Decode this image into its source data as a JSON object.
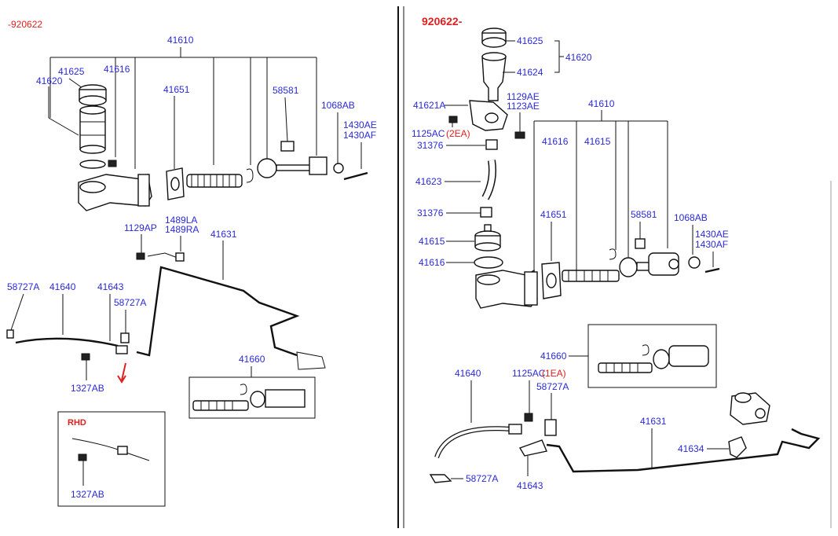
{
  "left_panel": {
    "date_code": "-920622",
    "labels": {
      "l41610": "41610",
      "l41625": "41625",
      "l41616": "41616",
      "l41620": "41620",
      "l41651": "41651",
      "l58581": "58581",
      "l1068AB": "1068AB",
      "l1430AE": "1430AE",
      "l1430AF": "1430AF",
      "l1129AP": "1129AP",
      "l1489LA": "1489LA",
      "l1489RA": "1489RA",
      "l41631": "41631",
      "l58727A_a": "58727A",
      "l41640": "41640",
      "l41643": "41643",
      "l58727A_b": "58727A",
      "l1327AB": "1327AB",
      "l41660": "41660"
    },
    "rhd": {
      "title": "RHD",
      "l1327AB": "1327AB"
    }
  },
  "right_panel": {
    "date_code": "920622-",
    "labels": {
      "r41625": "41625",
      "r41620": "41620",
      "r41624": "41624",
      "r41621A": "41621A",
      "r1129AE": "1129AE",
      "r1123AE": "1123AE",
      "r41610": "41610",
      "r1125AC_a": "1125AC",
      "r2EA": "(2EA)",
      "r31376_a": "31376",
      "r41616_top": "41616",
      "r41615_top": "41615",
      "r41623": "41623",
      "r31376_b": "31376",
      "r41651": "41651",
      "r58581": "58581",
      "r1068AB": "1068AB",
      "r41615": "41615",
      "r1430AE": "1430AE",
      "r1430AF": "1430AF",
      "r41616": "41616",
      "r41660": "41660",
      "r41640": "41640",
      "r1125AC_b": "1125AC",
      "r1EA": "(1EA)",
      "r58727A_a": "58727A",
      "r41631": "41631",
      "r41634": "41634",
      "r58727A_b": "58727A",
      "r41643": "41643"
    }
  }
}
